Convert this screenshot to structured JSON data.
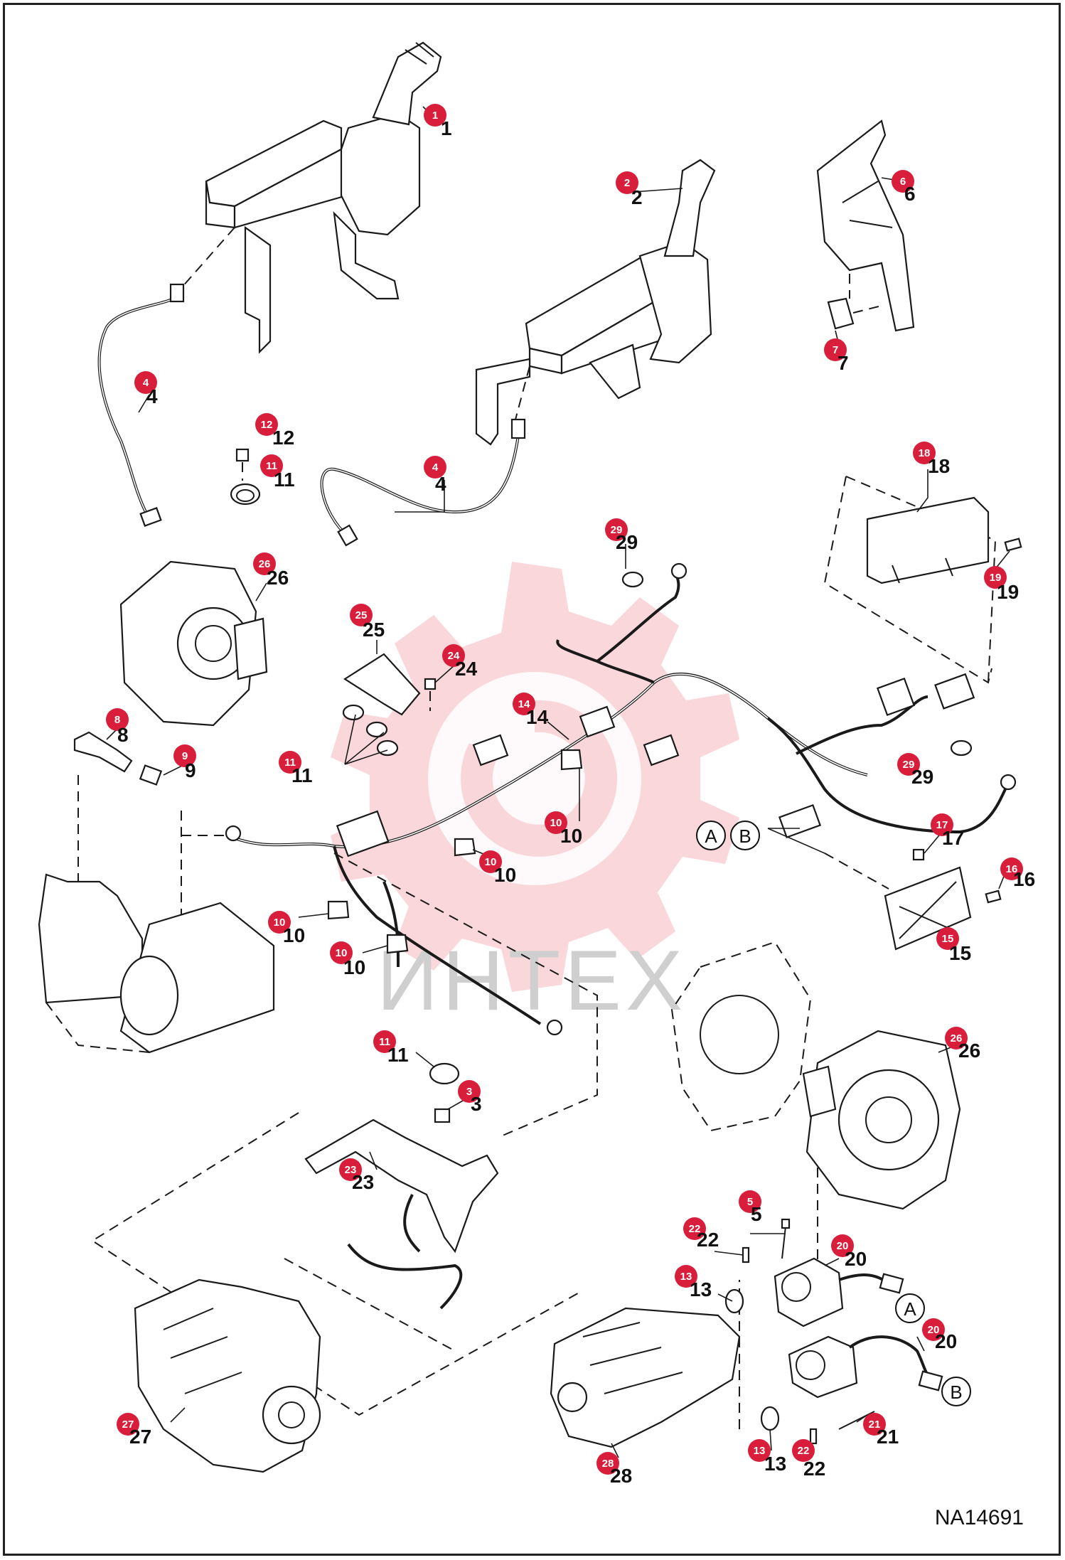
{
  "drawing_code": "NA14691",
  "watermark": "ИНТЕХ",
  "colors": {
    "callout": "#d81e3a",
    "watermark_gear": "#f7c9cf",
    "line": "#1a1a1a"
  },
  "callouts": [
    {
      "id": "c-1",
      "label": "1"
    },
    {
      "id": "c-2",
      "label": "2"
    },
    {
      "id": "c-6",
      "label": "6"
    },
    {
      "id": "c-7",
      "label": "7"
    },
    {
      "id": "c-4a",
      "label": "4"
    },
    {
      "id": "c-4b",
      "label": "4"
    },
    {
      "id": "c-12",
      "label": "12"
    },
    {
      "id": "c-11a",
      "label": "11"
    },
    {
      "id": "c-18",
      "label": "18"
    },
    {
      "id": "c-19",
      "label": "19"
    },
    {
      "id": "c-29a",
      "label": "29"
    },
    {
      "id": "c-26a",
      "label": "26"
    },
    {
      "id": "c-25",
      "label": "25"
    },
    {
      "id": "c-24",
      "label": "24"
    },
    {
      "id": "c-14",
      "label": "14"
    },
    {
      "id": "c-8",
      "label": "8"
    },
    {
      "id": "c-9",
      "label": "9"
    },
    {
      "id": "c-11b",
      "label": "11"
    },
    {
      "id": "c-29b",
      "label": "29"
    },
    {
      "id": "c-10a",
      "label": "10"
    },
    {
      "id": "c-10b",
      "label": "10"
    },
    {
      "id": "c-17",
      "label": "17"
    },
    {
      "id": "c-16",
      "label": "16"
    },
    {
      "id": "c-15",
      "label": "15"
    },
    {
      "id": "c-10c",
      "label": "10"
    },
    {
      "id": "c-10d",
      "label": "10"
    },
    {
      "id": "c-11c",
      "label": "11"
    },
    {
      "id": "c-3",
      "label": "3"
    },
    {
      "id": "c-26b",
      "label": "26"
    },
    {
      "id": "c-23",
      "label": "23"
    },
    {
      "id": "c-5",
      "label": "5"
    },
    {
      "id": "c-22a",
      "label": "22"
    },
    {
      "id": "c-20a",
      "label": "20"
    },
    {
      "id": "c-13a",
      "label": "13"
    },
    {
      "id": "c-20b",
      "label": "20"
    },
    {
      "id": "c-27",
      "label": "27"
    },
    {
      "id": "c-21",
      "label": "21"
    },
    {
      "id": "c-28",
      "label": "28"
    },
    {
      "id": "c-13b",
      "label": "13"
    },
    {
      "id": "c-22b",
      "label": "22"
    }
  ],
  "connector_letters": [
    {
      "id": "l-a1",
      "label": "A"
    },
    {
      "id": "l-b1",
      "label": "B"
    },
    {
      "id": "l-a2",
      "label": "A"
    },
    {
      "id": "l-b2",
      "label": "B"
    }
  ]
}
